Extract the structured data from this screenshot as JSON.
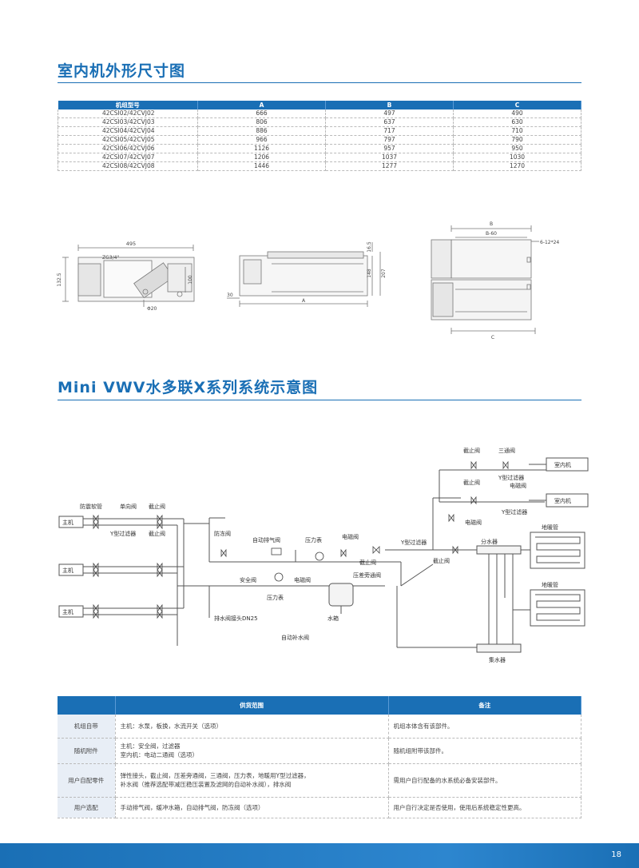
{
  "section1": {
    "title": "室内机外形尺寸图"
  },
  "dim_table": {
    "headers": [
      "机组型号",
      "A",
      "B",
      "C"
    ],
    "rows": [
      [
        "42CSI02/42CVJ02",
        "666",
        "497",
        "490"
      ],
      [
        "42CSI03/42CVJ03",
        "806",
        "637",
        "630"
      ],
      [
        "42CSI04/42CVJ04",
        "886",
        "717",
        "710"
      ],
      [
        "42CSI05/42CVJ05",
        "966",
        "797",
        "790"
      ],
      [
        "42CSI06/42CVJ06",
        "1126",
        "957",
        "950"
      ],
      [
        "42CSI07/42CVJ07",
        "1206",
        "1037",
        "1030"
      ],
      [
        "42CSI08/42CVJ08",
        "1446",
        "1277",
        "1270"
      ]
    ]
  },
  "drawings": {
    "side": {
      "w": "495",
      "h": "132.5",
      "pipe": "ZG3/4\"",
      "dia": "Φ20",
      "h2": "100"
    },
    "front": {
      "top": "16.5",
      "h1": "148",
      "h2": "207",
      "left": "30",
      "a": "A"
    },
    "topview": {
      "b": "B",
      "b60": "B-60",
      "holes": "6-12*24",
      "c": "C"
    }
  },
  "section2": {
    "title": "Mini VWV水多联X系列系统示意图"
  },
  "schematic": {
    "host": "主机",
    "hose": "防震软管",
    "check_valve": "单向阀",
    "stop_valve": "截止阀",
    "y_filter": "Y型过滤器",
    "antifreeze": "防冻阀",
    "air_vent": "自动排气阀",
    "pressure_gauge": "压力表",
    "solenoid": "电磁阀",
    "y_filter2": "Y型过滤器",
    "bypass": "压差旁通阀",
    "safety": "安全阀",
    "solenoid2": "电磁阀",
    "gauge2": "压力表",
    "drain": "排水阀接头DN25",
    "makeup": "自动补水阀",
    "tank": "水箱",
    "stop_top1": "截止阀",
    "three_way": "三通阀",
    "indoor1": "室内机",
    "y_top": "Y型过滤器",
    "stop_top2": "截止阀",
    "solenoid_top": "电磁阀",
    "indoor2": "室内机",
    "y_mid": "Y型过滤器",
    "solenoid_mid": "电磁阀",
    "distributor": "分水器",
    "stop_mid": "截止阀",
    "floor1": "地暖管",
    "floor2": "地暖管",
    "collector": "集水器"
  },
  "supply_table": {
    "headers": [
      "",
      "供货范围",
      "备注"
    ],
    "rows": [
      {
        "cat": "机组自带",
        "scope": "主机：水泵，板换，水流开关（选项）",
        "note": "机组本体含有该部件。"
      },
      {
        "cat": "随机附件",
        "scope": "主机：安全阀，过滤器\n室内机：电动二通阀（选项）",
        "note": "随机组附带该部件。"
      },
      {
        "cat": "用户自配零件",
        "scope": "弹性接头，截止阀，压差旁通阀，三通阀，压力表，地暖用Y型过滤器，\n补水阀（推荐选配带减压稳压装置及滤网的自动补水阀），排水阀",
        "note": "需用户自行配备的水系统必备安装部件。"
      },
      {
        "cat": "用户选配",
        "scope": "手动排气阀，缓冲水箱，自动排气阀，防冻阀（选项）",
        "note": "用户自行决定是否使用，使用后系统稳定性更高。"
      }
    ]
  },
  "footer": {
    "page": "18"
  }
}
